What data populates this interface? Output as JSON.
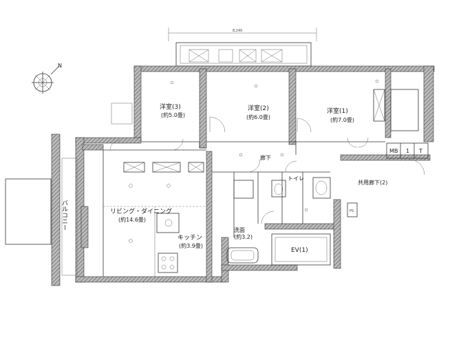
{
  "rooms": {
    "western3": {
      "name": "洋室(3)",
      "area": "(約5.0畳)"
    },
    "western2": {
      "name": "洋室(2)",
      "area": "(約6.0畳)"
    },
    "western1": {
      "name": "洋室(1)",
      "area": "(約7.0畳)"
    },
    "ldk": {
      "name": "リビング・ダイニング",
      "area": "(約14.6畳)"
    },
    "kitchen": {
      "name": "キッチン",
      "area": "(約3.9畳)"
    },
    "washroom": {
      "name": "洗面",
      "area": "(約3.2)"
    },
    "hallway": {
      "name": "廊下"
    },
    "toilet": {
      "name": "トイレ"
    },
    "balcony": {
      "name": "バルコニー"
    },
    "common_corridor": {
      "name": "共用廊下(2)"
    },
    "ev": {
      "name": "EV(1)"
    }
  },
  "markers": {
    "mb": "MB",
    "t1": "1",
    "t2": "T",
    "ps": "PS"
  },
  "dimension_top": "8,240",
  "north_symbol": "N"
}
